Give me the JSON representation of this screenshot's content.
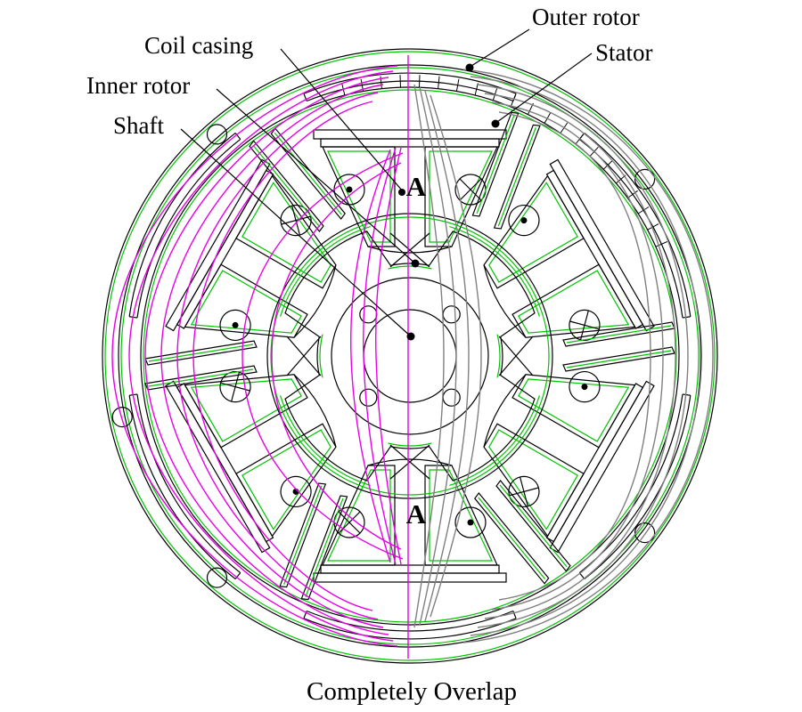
{
  "diagram": {
    "caption": "Completely Overlap",
    "labels": {
      "outer_rotor": "Outer rotor",
      "stator": "Stator",
      "coil_casing": "Coil casing",
      "inner_rotor": "Inner rotor",
      "shaft": "Shaft"
    },
    "section_marker": "A",
    "colors": {
      "structure": "#000000",
      "outline_green": "#00c400",
      "flux_left_magenta": "#e800e8",
      "flux_right_gray": "#808080"
    }
  }
}
